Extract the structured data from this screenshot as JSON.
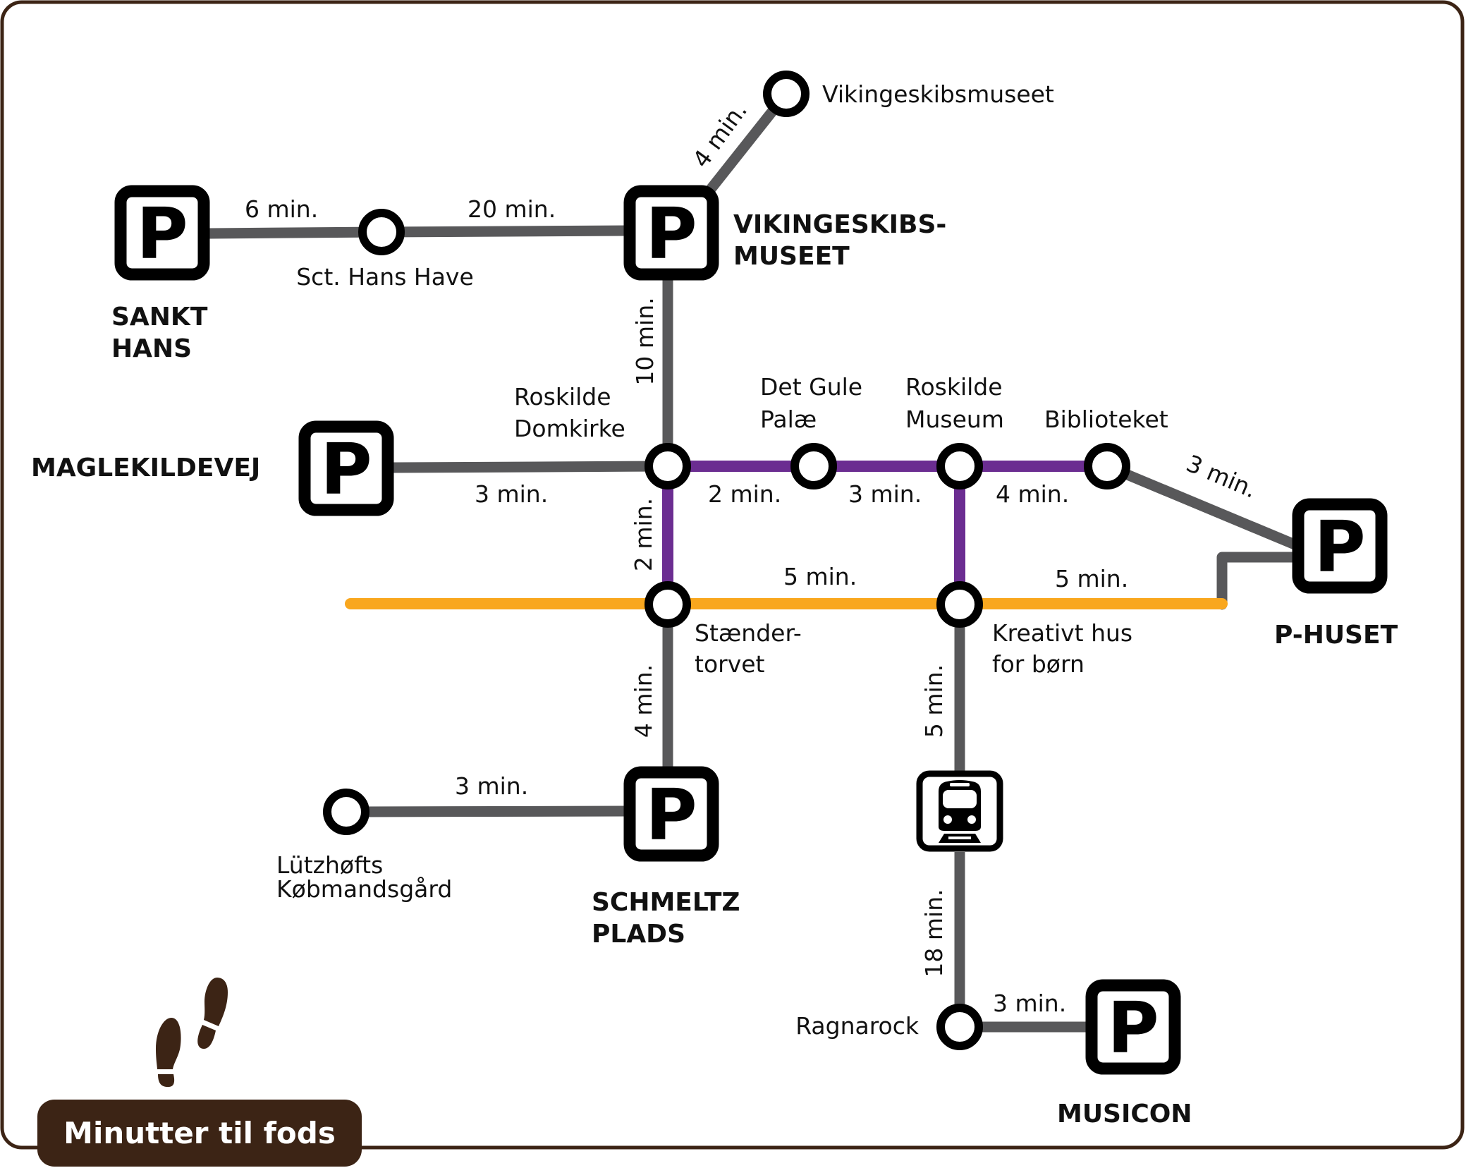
{
  "colors": {
    "frame": "#3c2415",
    "walk_line": "#58585a",
    "purple_line": "#6b2d91",
    "orange_line": "#f9a71e",
    "station": "#000000"
  },
  "parking": [
    {
      "id": "sankt-hans",
      "name_lines": [
        "SANKT",
        "HANS"
      ],
      "symbol": "P"
    },
    {
      "id": "vikingeskibsmuseet",
      "name_lines": [
        "VIKINGESKIBS-",
        "MUSEET"
      ],
      "symbol": "P"
    },
    {
      "id": "maglekildevej",
      "name_lines": [
        "MAGLEKILDEVEJ"
      ],
      "symbol": "P"
    },
    {
      "id": "p-huset",
      "name_lines": [
        "P-HUSET"
      ],
      "symbol": "P"
    },
    {
      "id": "schmeltz-plads",
      "name_lines": [
        "SCHMELTZ",
        "PLADS"
      ],
      "symbol": "P"
    },
    {
      "id": "musicon",
      "name_lines": [
        "MUSICON"
      ],
      "symbol": "P"
    }
  ],
  "stops": [
    {
      "id": "sct-hans-have",
      "name_lines": [
        "Sct. Hans Have"
      ]
    },
    {
      "id": "vikingeskibsmuseet",
      "name_lines": [
        "Vikingeskibsmuseet"
      ]
    },
    {
      "id": "roskilde-domkirke",
      "name_lines": [
        "Roskilde",
        "Domkirke"
      ]
    },
    {
      "id": "det-gule-palae",
      "name_lines": [
        "Det Gule",
        "Palæ"
      ]
    },
    {
      "id": "roskilde-museum",
      "name_lines": [
        "Roskilde",
        "Museum"
      ]
    },
    {
      "id": "biblioteket",
      "name_lines": [
        "Biblioteket"
      ]
    },
    {
      "id": "staendertorvet",
      "name_lines": [
        "Stænder-",
        "torvet"
      ]
    },
    {
      "id": "kreativt-hus",
      "name_lines": [
        "Kreativt hus",
        "for børn"
      ]
    },
    {
      "id": "lutzhofts",
      "name_lines": [
        "Lützhøfts",
        "Købmandsgård"
      ]
    },
    {
      "id": "ragnarock",
      "name_lines": [
        "Ragnarock"
      ]
    }
  ],
  "train_station": {
    "icon": "train-icon"
  },
  "walk_times": {
    "sankt_hans_to_sct_hans_have": "6 min.",
    "sct_hans_have_to_vikingeskibs_p": "20 min.",
    "vikingeskibs_p_to_museet": "4 min.",
    "vikingeskibs_p_to_domkirke": "10 min.",
    "maglekildevej_to_domkirke": "3 min.",
    "domkirke_to_gule_palae": "2 min.",
    "gule_palae_to_museum": "3 min.",
    "museum_to_biblioteket": "4 min.",
    "biblioteket_to_p_huset": "3 min.",
    "domkirke_to_staendertorvet": "2 min.",
    "staendertorvet_to_kreativt": "5 min.",
    "kreativt_to_p_huset": "5 min.",
    "staendertorvet_to_schmeltz": "4 min.",
    "lutzhofts_to_schmeltz": "3 min.",
    "kreativt_to_station": "5 min.",
    "station_to_ragnarock": "18 min.",
    "ragnarock_to_musicon": "3 min."
  },
  "legend": {
    "label": "Minutter til fods",
    "icon": "footsteps-icon"
  }
}
